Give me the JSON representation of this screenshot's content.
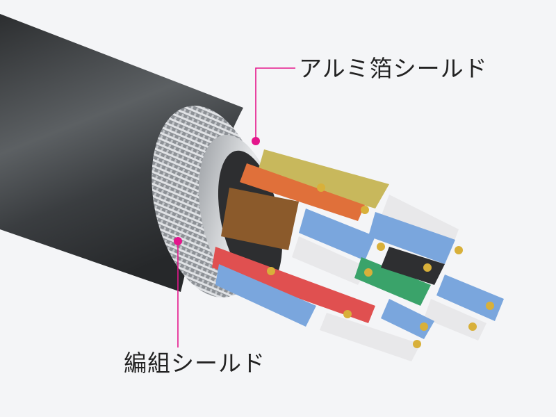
{
  "diagram": {
    "subject": "cable cross-section",
    "background_color": "#f4f5f7",
    "accent_color": "#e4168c",
    "callouts": [
      {
        "id": "foil",
        "label": "アルミ箔シールド",
        "dot": [
          368,
          203
        ]
      },
      {
        "id": "braid",
        "label": "編組シールド",
        "dot": [
          256,
          347
        ]
      }
    ],
    "components": {
      "outer_jacket_color": "#3c3f42",
      "braid_color": "#b8bcc0",
      "inner_wire_colors": [
        "#c8b85c",
        "#e0703a",
        "#8b5a2b",
        "#7aa6dd",
        "#e8e8ea",
        "#e05050",
        "#3aa36a",
        "#2e2f31"
      ]
    }
  }
}
